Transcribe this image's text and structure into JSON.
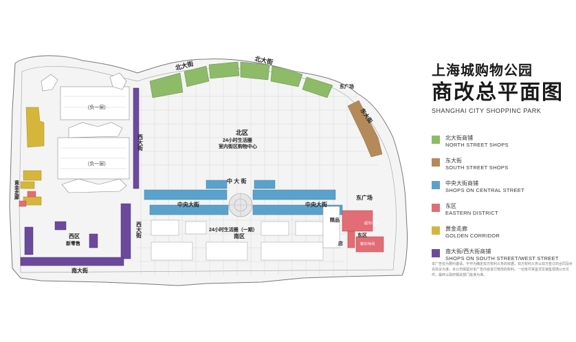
{
  "title": {
    "cn": "上海城购物公园",
    "main": "商改总平面图",
    "en": "SHANGHAI CITY SHOPPINC PARK"
  },
  "legend": [
    {
      "cn": "北大街商铺",
      "en": "NORTH STREET SHOPS",
      "color": "#8dbb68"
    },
    {
      "cn": "东大街",
      "en": "SOUTH STREET SHOPS",
      "color": "#b58a5a"
    },
    {
      "cn": "中央大街商铺",
      "en": "SHOPS ON CENTRAL STREET",
      "color": "#5aa2cc"
    },
    {
      "cn": "东区",
      "en": "EASTERN DISTRICT",
      "color": "#e36d75"
    },
    {
      "cn": "黄金走廊",
      "en": "GOLDEN CORRIDOR",
      "color": "#d5b63a"
    },
    {
      "cn": "南大街/西大街商铺",
      "en": "SHOPS ON SOUTH STREET/WEST STREET",
      "color": "#6b4a9e"
    }
  ],
  "footnote": "本广告仅为要约邀请，不作为确定双方权利义务的依据。双方权利义务以双方签订的合同及补充协议为准，本公司保留对本广告内容进行修改的权利。一切未尽事宜详见销售现场公示文件，最终以政府相关部门批准为准。",
  "map_labels": {
    "north_street_1": "北大街",
    "north_street_2": "北大街",
    "east_square_top": "东广场",
    "east_street": "东大街",
    "north_district": "北区",
    "north_sub_1": "24小时生活圈",
    "north_sub_2": "室内街区购物中心",
    "basement_upper": "(负一层)",
    "basement": "(负一层)",
    "west_street": "西大街",
    "central_street_left": "中央大街",
    "central_street_right": "中央大街",
    "central_top": "中 大 街",
    "south_sub": "24小时生活圈（一期）",
    "south_district": "南区",
    "east_square": "东广场",
    "east_district": "东区",
    "east_label_1": "精品",
    "east_label_2": "店",
    "east_shop_1": "超市/百货",
    "east_shop_2": "餐饮/休闲",
    "west_district": "西区",
    "west_sub": "新零售",
    "west_street_lower": "西大街",
    "south_street": "南大街",
    "golden_corridor": "黄金走廊"
  }
}
